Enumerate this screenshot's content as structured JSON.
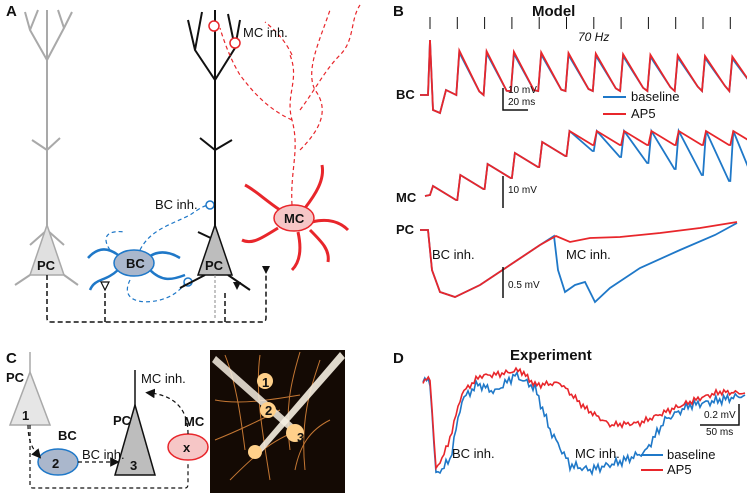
{
  "panels": {
    "a": "A",
    "b": "B",
    "c": "C",
    "d": "D"
  },
  "panel_a": {
    "pc_left": "PC",
    "bc": "BC",
    "pc_center": "PC",
    "mc": "MC",
    "mc_inh": "MC inh.",
    "bc_inh": "BC inh."
  },
  "panel_b": {
    "title": "Model",
    "freq": "70 Hz",
    "bc_row": "BC",
    "mc_row": "MC",
    "pc_row": "PC",
    "scale_bc_v": "10 mV",
    "scale_bc_t": "20 ms",
    "scale_mc_v": "10 mV",
    "scale_pc_v": "0.5 mV",
    "bc_inh": "BC inh.",
    "mc_inh": "MC inh.",
    "legend": [
      {
        "name": "baseline",
        "color": "#1f78c8"
      },
      {
        "name": "AP5",
        "color": "#e8262b"
      }
    ]
  },
  "panel_c": {
    "pc_top": "PC",
    "bc": "BC",
    "pc_mid": "PC",
    "mc": "MC",
    "mc_inh": "MC inh.",
    "bc_inh": "BC inh.",
    "n1": "1",
    "n2": "2",
    "n3": "3",
    "nx": "x",
    "micro_1": "1",
    "micro_2": "2",
    "micro_3": "3"
  },
  "panel_d": {
    "title": "Experiment",
    "bc_inh": "BC inh.",
    "mc_inh": "MC inh.",
    "scale_v": "0.2 mV",
    "scale_t": "50 ms",
    "legend": [
      {
        "name": "baseline",
        "color": "#1f78c8"
      },
      {
        "name": "AP5",
        "color": "#e8262b"
      }
    ]
  },
  "colors": {
    "baseline": "#1f78c8",
    "ap5": "#e8262b",
    "bc_fill": "#aab7cc",
    "mc_fill": "#f6c6c6",
    "pc_fill": "#bdbdbd",
    "grey": "#a9a9a9"
  }
}
